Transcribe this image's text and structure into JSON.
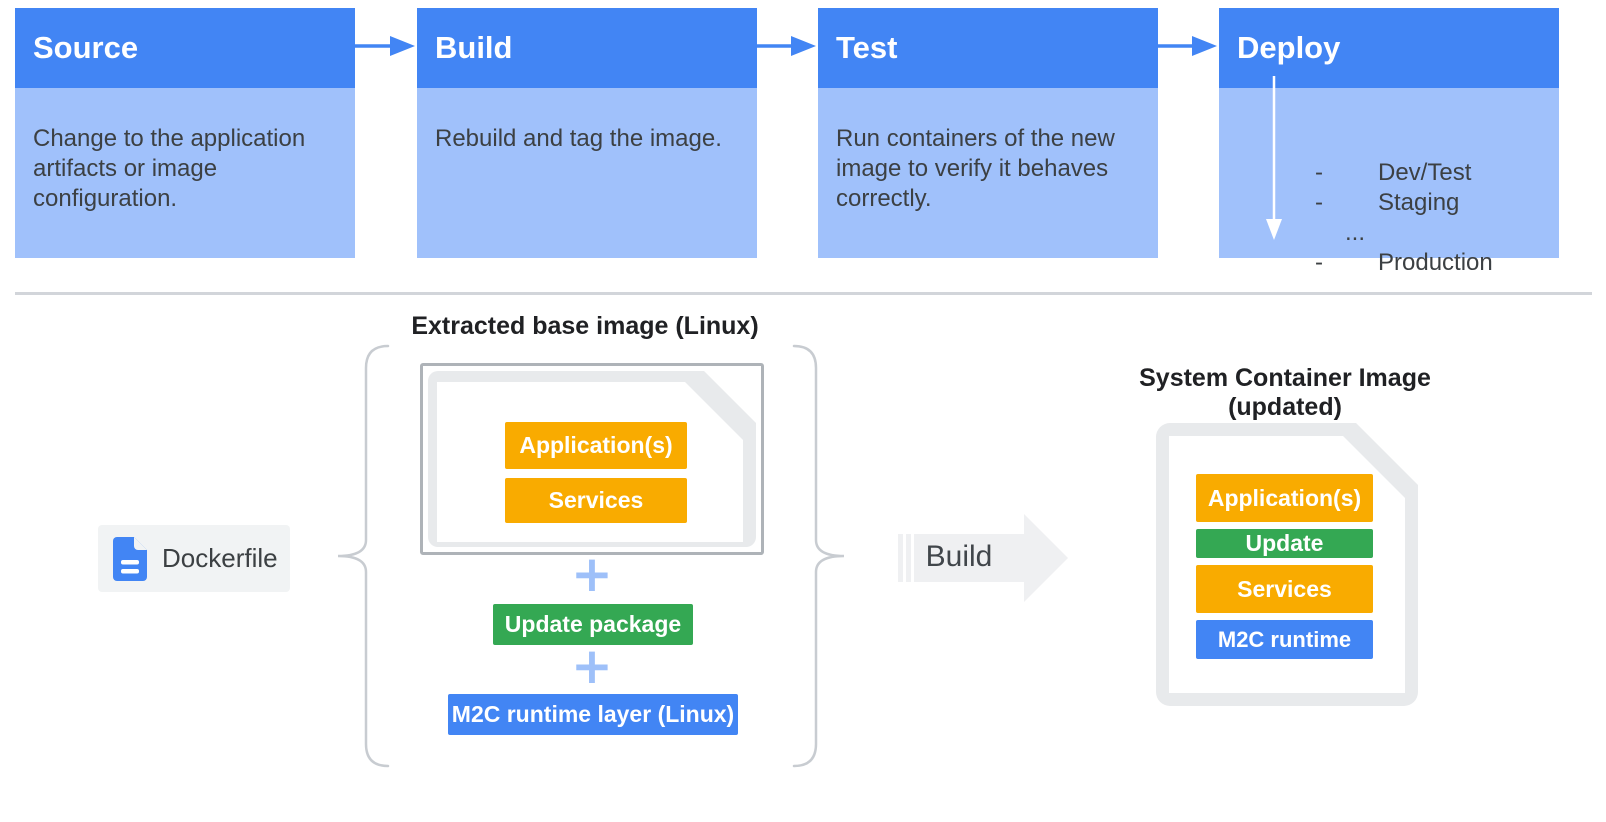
{
  "colors": {
    "header_blue": "#4285F4",
    "body_light_blue": "#A0C1FB",
    "layer_yellow": "#F9AB00",
    "layer_green": "#34A853",
    "layer_blue": "#4285F4",
    "file_gray": "#E8EAEC",
    "plus_blue": "#9EC0F9",
    "arrow_gray": "#EFF0F2"
  },
  "pipeline": {
    "stages": [
      {
        "title": "Source",
        "description": "Change to the application artifacts or image configuration."
      },
      {
        "title": "Build",
        "description": "Rebuild and tag the image."
      },
      {
        "title": "Test",
        "description": "Run containers of the new image to verify it behaves correctly."
      },
      {
        "title": "Deploy",
        "items": [
          {
            "dash": "-",
            "label": "Dev/Test"
          },
          {
            "dash": "-",
            "label": "Staging"
          },
          {
            "dash": "",
            "label": "..."
          },
          {
            "dash": "-",
            "label": "Production"
          }
        ]
      }
    ]
  },
  "build_flow": {
    "extracted_title": "Extracted base image (Linux)",
    "base_layers": [
      "Application(s)",
      "Services"
    ],
    "plus": "+",
    "update_package": "Update package",
    "runtime_layer": "M2C runtime layer (Linux)",
    "dockerfile_label": "Dockerfile",
    "build_label": "Build",
    "system_title": "System Container Image (updated)",
    "system_layers": [
      "Application(s)",
      "Update",
      "Services",
      "M2C runtime"
    ],
    "icons": {
      "dockerfile": "document-icon",
      "plus": "plus-icon",
      "brace": "curly-brace",
      "build": "right-arrow-icon",
      "deploy_flow": "down-arrow-icon",
      "stage_connector": "right-arrow-icon"
    }
  }
}
